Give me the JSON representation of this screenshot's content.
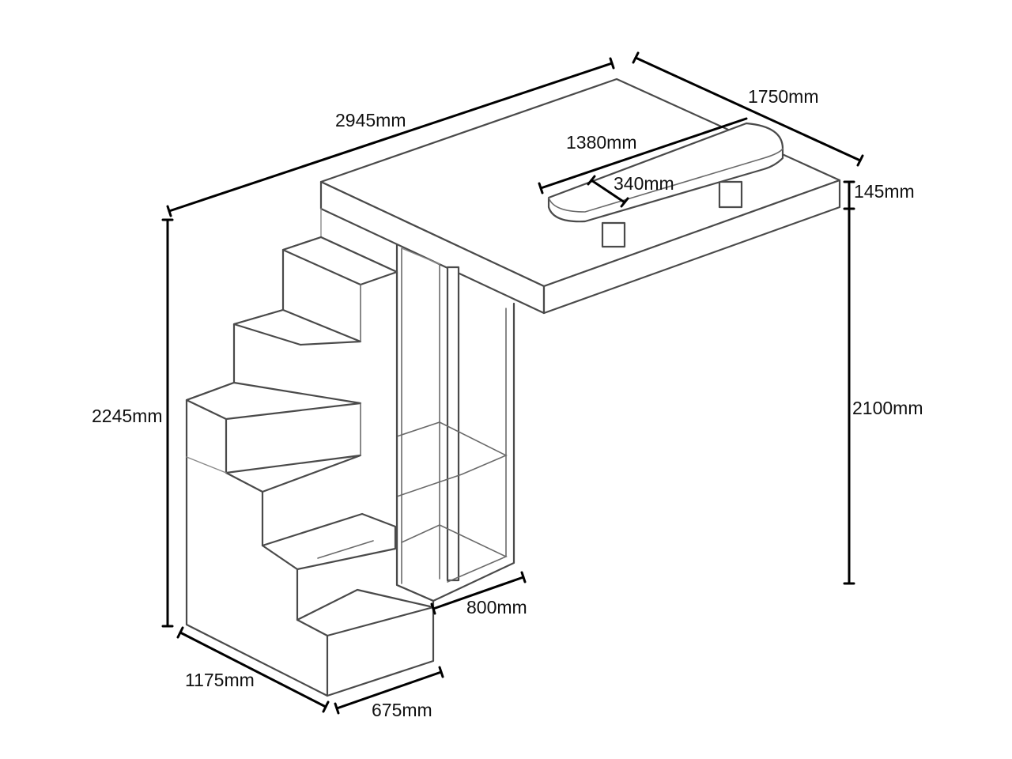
{
  "diagram": {
    "dimensions": {
      "total_length": "2945mm",
      "depth": "1750mm",
      "desk_length": "1380mm",
      "desk_depth": "340mm",
      "platform_thickness": "145mm",
      "total_height": "2245mm",
      "clearance_height": "2100mm",
      "wardrobe_width": "800mm",
      "stair_length": "1175mm",
      "stair_width": "675mm"
    }
  }
}
